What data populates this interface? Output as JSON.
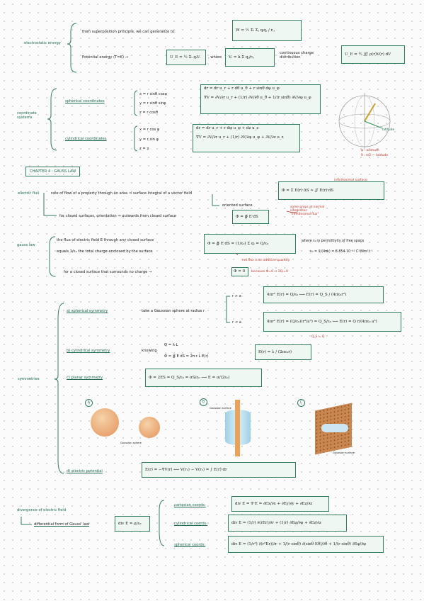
{
  "energy": {
    "label": "electrostatic energy",
    "item1": "from superposition principle, we can generalize to:",
    "eq_W": "W = ½ Σᵢ Σⱼ qᵢqⱼ / rᵢⱼ",
    "item2_a": "Potential energy (T=K) →",
    "eq_UE": "U_E = ½ Σᵢ qᵢVᵢ",
    "where": ", where",
    "eq_Vi": "Vᵢ = k Σ qⱼ/rᵢⱼ",
    "continuous": "continuous charge distribution",
    "eq_cont": "U_E = ½ ∭ ρ(r)V(r) dV"
  },
  "coords": {
    "label": "coordinate systems",
    "spherical": "spherical coordinates",
    "sph_xyz": [
      "x = r sinθ cosφ",
      "y = r sinθ sinφ",
      "z = r cosθ"
    ],
    "sph_dr": "dr = dr u_r + r dθ u_θ + r sinθ dφ u_φ",
    "sph_grad": "∇V = ∂V/∂r u_r + (1/r) ∂V/∂θ u_θ + 1/(r sinθ) ∂V/∂φ u_φ",
    "cylindrical": "cylindrical coordinates",
    "cyl_xyz": [
      "x = r cos φ",
      "y = r sin φ",
      "z = z"
    ],
    "cyl_dr": "dr = dr u_r + r dφ u_φ + dz u_z",
    "cyl_grad": "∇V = ∂V/∂r u_r + (1/r) ∂V/∂φ u_φ + ∂V/∂z u_z",
    "fig_note1": "latitude",
    "fig_note2": "φ : azimuth",
    "fig_note3": "θ : π/2 − latitude"
  },
  "chapter": "CHAPTER 4 : GAUSS LAW",
  "flux": {
    "label": "electric flux",
    "def": "rate of flow of a property through an area  ⇒  surface integral of a vector field",
    "oriented": "oriented surface",
    "eq": "Φ = Σ E(r)·ΔS ≈ ∬ E(r)·dS",
    "infinitesimal": "infinitesimal surface",
    "closed": "for closed surfaces, orientation ⇒ outwards from closed surface",
    "eq_closed": "Φ = ∯ E·dS",
    "note": "some props at normal integration \"infinitesimal flux\""
  },
  "gauss": {
    "label": "gauss law",
    "stmt1": "the flux of electric field E through any closed surface",
    "stmt2": "equals 1/ε₀ the total charge enclosed by the surface",
    "eq": "Φ = ∯ E·dS = (1/ε₀) Σ qᵢ = Q/ε₀",
    "where": "where ε₀ is permittivity of free space",
    "eps": "ε₀ = 1/(4πk) = 8.854·10⁻¹² C²(Nm²)⁻¹",
    "nonzero": "net flux is an additive quantity",
    "nocharge": "for a closed surface that surrounds no charge →",
    "eq_zero": "Φ = 0",
    "because": "because Φ=0 ⇔ ΣQᵢ=0"
  },
  "sym": {
    "label": "symmetries",
    "a": "a)  spherical symmetry",
    "a_desc": "take a Gaussian sphere at radius r",
    "r_gt": "r > a",
    "r_lt": "r < a",
    "eq_a1": "4πr² E(r) = Q/ε₀  ⟷  E(r) = Q_S / (4πε₀r²)",
    "eq_a2": "4πr² E(r) = (Q/ε₀)(r³/a³) = Q_S/ε₀  ⟷  E(r) = Q r/(4πε₀ a³)",
    "a_note": "Q_S = Q",
    "b": "b)  cylindrical symmetry",
    "b_knowing": "knowing",
    "b_q": "Q = λ·L",
    "b_phi": "Φ = ∯ E dS = 2π·r·L E(r)",
    "eq_b": "E(r) = λ / (2πε₀r)",
    "c": "c)  planar symmetry",
    "eq_c": "Φ = 2ES = Q_S/ε₀ = σS/ε₀  ⟶  E = σ/(2ε₀)",
    "fig_a": "A",
    "fig_b": "B",
    "fig_c": "C",
    "gaussian_sphere": "Gaussian sphere",
    "gaussian_surface": "Gaussian surface",
    "d": "d)  electric potential",
    "eq_d": "E(r) = −∇V(r)  ⟷  V(r₁) − V(r₂) = ∫ E(r)·dr"
  },
  "div": {
    "label": "divergence of electric field",
    "diff": "differential form of Gauss' law",
    "eq": "div E = ρ/ε₀",
    "cart": "cartesian coords:",
    "eq_cart": "div E = ∇·E = ∂Ex/∂x + ∂Ey/∂y + ∂Ez/∂z",
    "cyl": "cylindrical coords:",
    "eq_cyl": "div E = (1/r) ∂(rEr)/∂r + (1/r) ∂Eφ/∂φ + ∂Ez/∂z",
    "sph": "spherical coords:",
    "eq_sph": "div E = (1/r²) ∂(r²Er)/∂r + 1/(r sinθ) ∂(sinθ Eθ)/∂θ + 1/(r sinθ) ∂Eφ/∂φ"
  }
}
